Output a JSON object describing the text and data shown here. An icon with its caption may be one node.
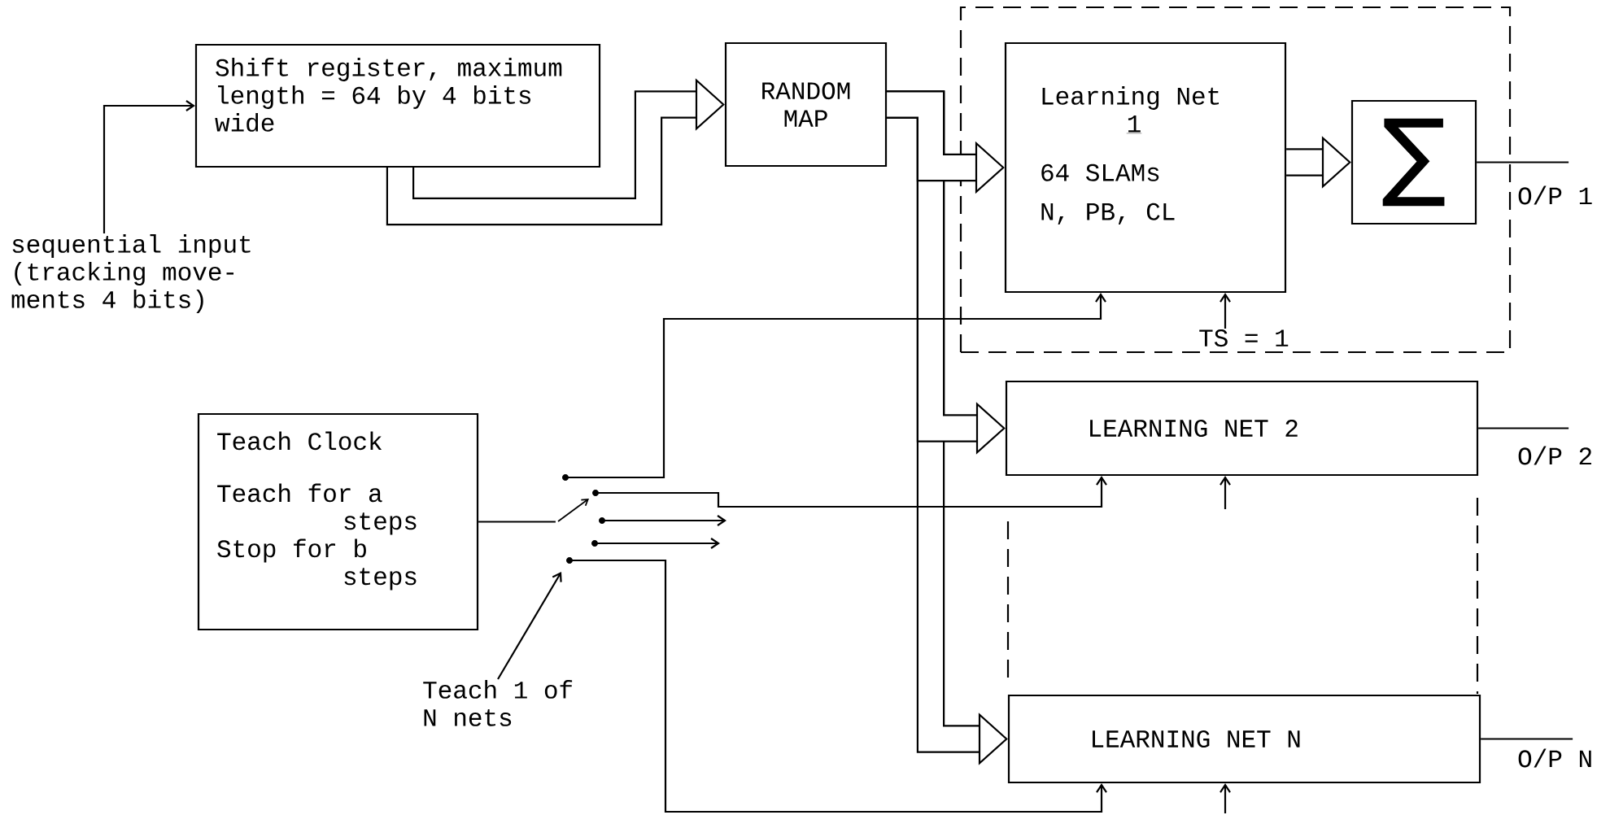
{
  "diagram": {
    "nodes": [
      {
        "text": [
          "sequential input (tracking move- ments 4 bits)"
        ]
      },
      {
        "text": [
          "Shift register, maximum length = 64 by 4 bits wide"
        ]
      },
      {
        "text": [
          "RANDOM MAP"
        ]
      },
      {
        "text": [],
        "shape": "box"
      },
      {
        "text": [
          "Learning Net",
          "1",
          "64 SLAMs",
          "N, PB, CL"
        ],
        "in": 3
      },
      {
        "text": [
          "∑"
        ],
        "in": 3
      },
      {
        "text": [
          "TS = 1"
        ],
        "in": 3
      },
      {
        "text": [
          "LEARNING NET 2"
        ]
      },
      {
        "text": [
          "LEARNING NET N"
        ]
      },
      {
        "text": [
          "Teach Clock",
          "Teach for a steps",
          "Stop for b steps"
        ]
      },
      {
        "text": [],
        "shape": "switch"
      },
      {
        "text": [
          "Teach 1 of N nets"
        ]
      }
    ],
    "edges": [
      {
        "from": 0,
        "to": 1,
        "arrow": "to"
      },
      {
        "from": 1,
        "to": 2,
        "arrow": "to",
        "style": "thick"
      },
      {
        "from": 2,
        "to": 4,
        "arrow": "to",
        "style": "thick"
      },
      {
        "from": 2,
        "to": 7,
        "arrow": "to",
        "style": "thick"
      },
      {
        "from": 2,
        "to": 8,
        "arrow": "to",
        "style": "thick"
      },
      {
        "from": 4,
        "to": 5,
        "arrow": "to",
        "style": "thick"
      },
      {
        "from": 5,
        "to": null,
        "arrow": "none",
        "label": "O/P 1"
      },
      {
        "from": 7,
        "to": null,
        "arrow": "none",
        "label": "O/P 2"
      },
      {
        "from": 8,
        "to": null,
        "arrow": "none",
        "label": "O/P N"
      },
      {
        "from": 6,
        "to": 4,
        "arrow": "to"
      },
      {
        "from": null,
        "to": 7,
        "arrow": "to"
      },
      {
        "from": null,
        "to": 8,
        "arrow": "to"
      },
      {
        "from": 9,
        "to": 10,
        "arrow": "none"
      },
      {
        "from": 10,
        "to": 4,
        "arrow": "to"
      },
      {
        "from": 10,
        "to": 7,
        "arrow": "to"
      },
      {
        "from": 10,
        "to": null,
        "arrow": "to"
      },
      {
        "from": 10,
        "to": null,
        "arrow": "to"
      },
      {
        "from": 10,
        "to": 8,
        "arrow": "to"
      },
      {
        "from": 11,
        "to": 10,
        "arrow": "to"
      }
    ]
  }
}
